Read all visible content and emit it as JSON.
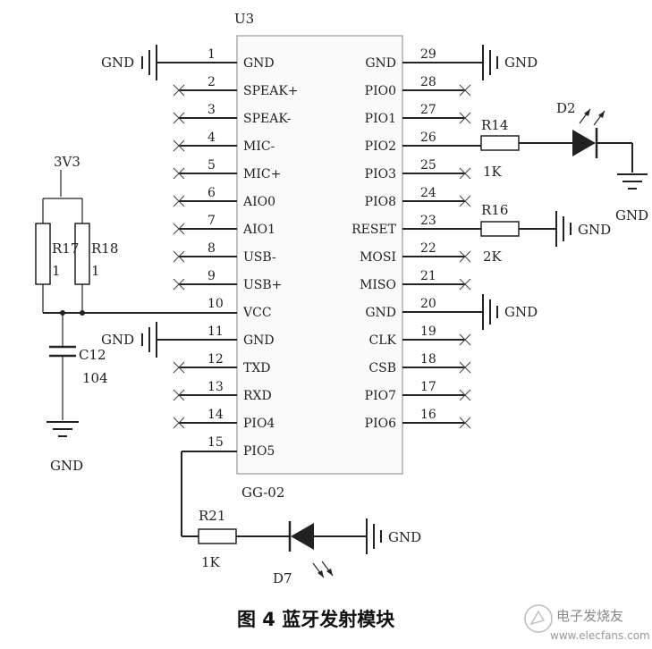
{
  "chip": {
    "ref": "U3",
    "left_pins": [
      {
        "num": "1",
        "name": "GND",
        "conn": "gnd"
      },
      {
        "num": "2",
        "name": "SPEAK+",
        "conn": "nc"
      },
      {
        "num": "3",
        "name": "SPEAK-",
        "conn": "nc"
      },
      {
        "num": "4",
        "name": "MIC-",
        "conn": "nc"
      },
      {
        "num": "5",
        "name": "MIC+",
        "conn": "nc"
      },
      {
        "num": "6",
        "name": "AIO0",
        "conn": "nc"
      },
      {
        "num": "7",
        "name": "AIO1",
        "conn": "nc"
      },
      {
        "num": "8",
        "name": "USB-",
        "conn": "nc"
      },
      {
        "num": "9",
        "name": "USB+",
        "conn": "nc"
      },
      {
        "num": "10",
        "name": "VCC",
        "conn": "vcc"
      },
      {
        "num": "11",
        "name": "GND",
        "conn": "gnd"
      },
      {
        "num": "12",
        "name": "TXD",
        "conn": "nc"
      },
      {
        "num": "13",
        "name": "RXD",
        "conn": "nc"
      },
      {
        "num": "14",
        "name": "PIO4",
        "conn": "nc"
      },
      {
        "num": "15",
        "name": "PIO5",
        "conn": "led"
      }
    ],
    "right_pins": [
      {
        "num": "29",
        "name": "GND",
        "conn": "gnd"
      },
      {
        "num": "28",
        "name": "PIO0",
        "conn": "nc"
      },
      {
        "num": "27",
        "name": "PIO1",
        "conn": "nc"
      },
      {
        "num": "26",
        "name": "PIO2",
        "conn": "led"
      },
      {
        "num": "25",
        "name": "PIO3",
        "conn": "nc"
      },
      {
        "num": "24",
        "name": "PIO8",
        "conn": "nc"
      },
      {
        "num": "23",
        "name": "RESET",
        "conn": "res"
      },
      {
        "num": "22",
        "name": "MOSI",
        "conn": "nc"
      },
      {
        "num": "21",
        "name": "MISO",
        "conn": "nc"
      },
      {
        "num": "20",
        "name": "GND",
        "conn": "gnd"
      },
      {
        "num": "19",
        "name": "CLK",
        "conn": "nc"
      },
      {
        "num": "18",
        "name": "CSB",
        "conn": "nc"
      },
      {
        "num": "17",
        "name": "PIO7",
        "conn": "nc"
      },
      {
        "num": "16",
        "name": "PIO6",
        "conn": "nc"
      }
    ]
  },
  "gnd_label": "GND",
  "supply": "3V3",
  "components": {
    "r17": {
      "ref": "R17",
      "value": "1"
    },
    "r18": {
      "ref": "R18",
      "value": "1"
    },
    "c12": {
      "ref": "C12",
      "value": "104"
    },
    "r14": {
      "ref": "R14",
      "value": "1K"
    },
    "r16": {
      "ref": "R16",
      "value": "2K"
    },
    "r21": {
      "ref": "R21",
      "value": "1K"
    },
    "d2": {
      "ref": "D2"
    },
    "d7": {
      "ref": "D7"
    }
  },
  "module_label": "GG-02",
  "caption": "图 4  蓝牙发射模块",
  "watermark": {
    "text": "电子发烧友",
    "url": "www.elecfans.com"
  }
}
